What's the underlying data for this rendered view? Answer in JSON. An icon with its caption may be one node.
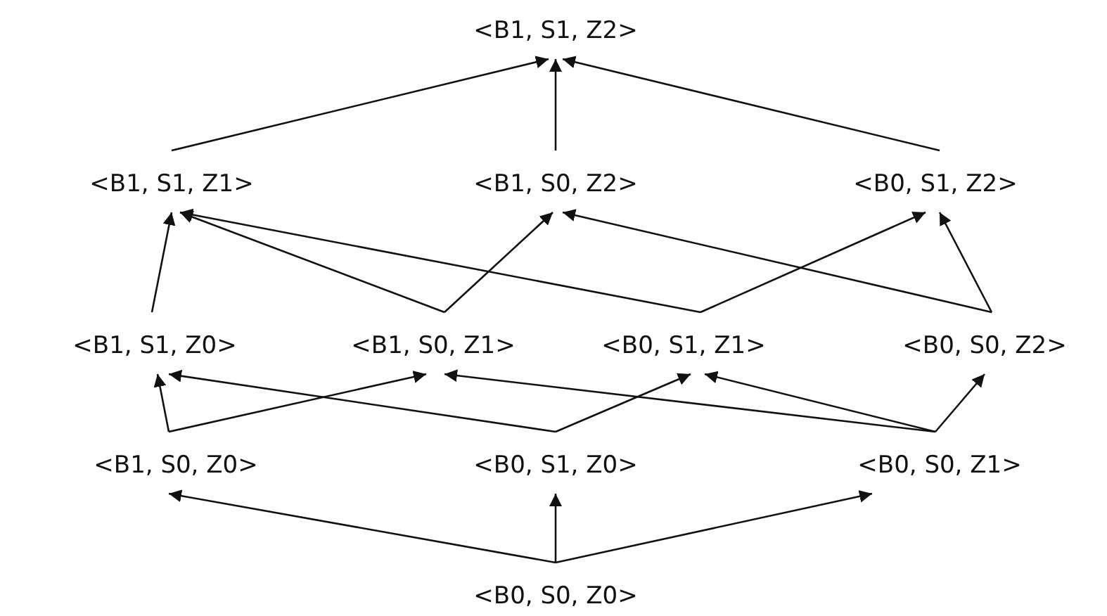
{
  "diagram": {
    "nodes": [
      {
        "text": [
          "<B1, S1, Z2>"
        ]
      },
      {
        "text": [
          "<B1, S1, Z1>"
        ]
      },
      {
        "text": [
          "<B1, S0, Z2>"
        ]
      },
      {
        "text": [
          "<B0, S1, Z2>"
        ]
      },
      {
        "text": [
          "<B1, S1, Z0>"
        ]
      },
      {
        "text": [
          "<B1, S0, Z1>"
        ]
      },
      {
        "text": [
          "<B0, S1, Z1>"
        ]
      },
      {
        "text": [
          "<B0, S0, Z2>"
        ]
      },
      {
        "text": [
          "<B1, S0, Z0>"
        ]
      },
      {
        "text": [
          "<B0, S1, Z0>"
        ]
      },
      {
        "text": [
          "<B0, S0, Z1>"
        ]
      },
      {
        "text": [
          "<B0, S0, Z0>"
        ]
      }
    ],
    "edges": [
      {
        "from": 11,
        "to": 8,
        "arrow": "to"
      },
      {
        "from": 11,
        "to": 9,
        "arrow": "to"
      },
      {
        "from": 11,
        "to": 10,
        "arrow": "to"
      },
      {
        "from": 8,
        "to": 4,
        "arrow": "to"
      },
      {
        "from": 8,
        "to": 5,
        "arrow": "to"
      },
      {
        "from": 9,
        "to": 4,
        "arrow": "to"
      },
      {
        "from": 9,
        "to": 6,
        "arrow": "to"
      },
      {
        "from": 10,
        "to": 5,
        "arrow": "to"
      },
      {
        "from": 10,
        "to": 6,
        "arrow": "to"
      },
      {
        "from": 10,
        "to": 7,
        "arrow": "to"
      },
      {
        "from": 4,
        "to": 1,
        "arrow": "to"
      },
      {
        "from": 5,
        "to": 1,
        "arrow": "to"
      },
      {
        "from": 5,
        "to": 2,
        "arrow": "to"
      },
      {
        "from": 6,
        "to": 1,
        "arrow": "to"
      },
      {
        "from": 6,
        "to": 3,
        "arrow": "to"
      },
      {
        "from": 7,
        "to": 2,
        "arrow": "to"
      },
      {
        "from": 7,
        "to": 3,
        "arrow": "to"
      },
      {
        "from": 1,
        "to": 0,
        "arrow": "to"
      },
      {
        "from": 2,
        "to": 0,
        "arrow": "to"
      },
      {
        "from": 3,
        "to": 0,
        "arrow": "to"
      }
    ]
  }
}
